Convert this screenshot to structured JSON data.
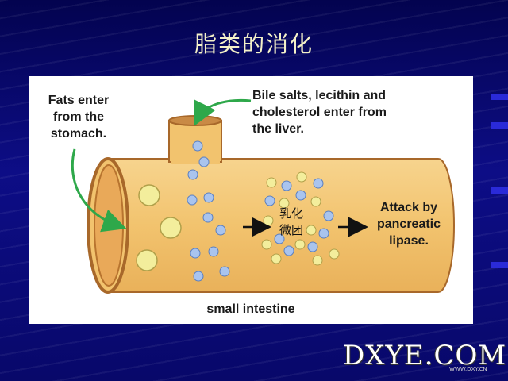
{
  "slide": {
    "title": "脂类的消化"
  },
  "diagram": {
    "label_fats": "Fats enter\nfrom the\nstomach.",
    "label_bile": "Bile salts, lecithin and\ncholesterol enter from\nthe liver.",
    "label_micelle": "乳化\n微团",
    "label_attack": "Attack by\npancreatic\nlipase.",
    "label_intestine": "small intestine",
    "colors": {
      "tube": "#f2c36e",
      "tube_edge": "#a8682a",
      "bile_salt": "#a9c4ee",
      "fat_globule": "#f3ee9c",
      "arrow_green": "#2ea84a"
    }
  },
  "watermark": {
    "text": "DXYE.COM",
    "sub": "WWW.DXY.CN"
  }
}
